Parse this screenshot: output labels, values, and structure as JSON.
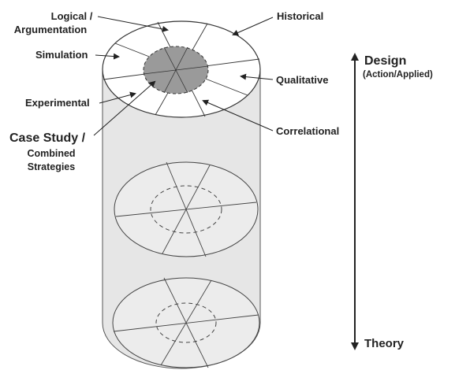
{
  "labels": {
    "logical_line1": "Logical /",
    "logical_line2": "Argumentation",
    "historical": "Historical",
    "simulation": "Simulation",
    "qualitative": "Qualitative",
    "experimental": "Experimental",
    "correlational": "Correlational",
    "case_study_line1": "Case Study /",
    "case_study_line2": "Combined",
    "case_study_line3": "Strategies"
  },
  "axis": {
    "top_label": "Design",
    "top_sublabel": "(Action/Applied)",
    "bottom_label": "Theory"
  },
  "colors": {
    "cylinder_fill": "#e6e6e6",
    "top_face_fill": "#ffffff",
    "core_fill": "#9a9a9a",
    "line": "#333333"
  }
}
